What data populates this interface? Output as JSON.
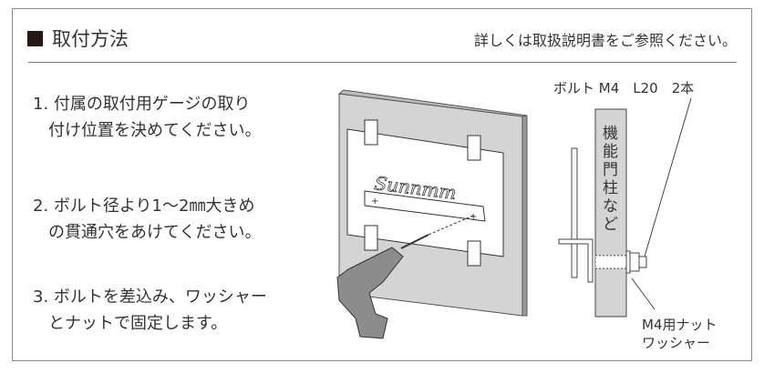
{
  "header": {
    "title": "取付方法",
    "note": "詳しくは取扱説明書をご参照ください。"
  },
  "steps": [
    {
      "line1": "1. 付属の取付用ゲージの取り",
      "line2": "付け位置を決めてください。"
    },
    {
      "line1": "2. ボルト径より1～2㎜大きめ",
      "line2": "の貫通穴をあけてください。"
    },
    {
      "line1": "3. ボルトを差込み、ワッシャー",
      "line2": "とナットで固定します。"
    }
  ],
  "diagram": {
    "bolt_label": "ボルト M4　L20　2本",
    "post_label": "機能門柱など",
    "nut_label_1": "M4用ナット",
    "nut_label_2": "ワッシャー",
    "gauge_script": "Sunnmm",
    "colors": {
      "panel": "#d4d4d4",
      "drill": "#8c8c8c",
      "line": "#333333"
    }
  }
}
